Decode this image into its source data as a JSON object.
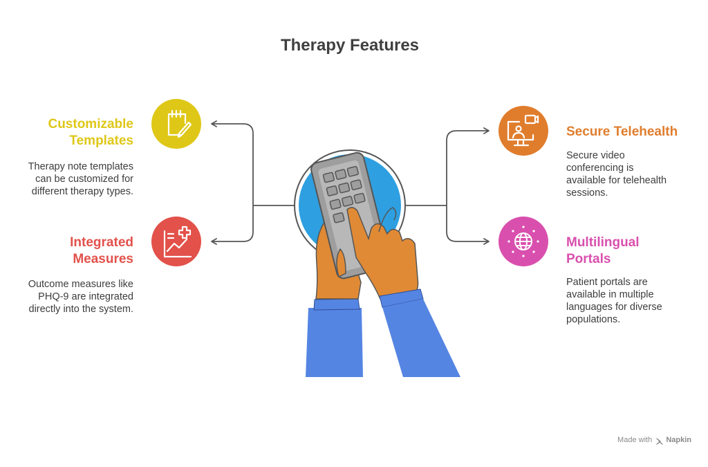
{
  "title": "Therapy Features",
  "colors": {
    "yellow": "#dfc717",
    "red": "#e2514a",
    "orange": "#e07d2d",
    "magenta": "#d94fae",
    "connector": "#555555",
    "screen_blue": "#2e9fe0",
    "sleeve_blue": "#5585e3",
    "hand": "#e08a35",
    "device_grey": "#9e9e9e"
  },
  "features": {
    "templates": {
      "title_line1": "Customizable",
      "title_line2": "Templates",
      "description": [
        "Therapy note templates",
        "can be customized for",
        "different therapy types."
      ],
      "icon": "notepad-pencil-icon"
    },
    "measures": {
      "title_line1": "Integrated",
      "title_line2": "Measures",
      "description": [
        "Outcome measures like",
        "PHQ-9 are integrated",
        "directly into the system."
      ],
      "icon": "chart-plus-icon"
    },
    "telehealth": {
      "title_line1": "Secure Telehealth",
      "description": [
        "Secure video",
        "conferencing is",
        "available for telehealth",
        "sessions."
      ],
      "icon": "video-call-monitor-icon"
    },
    "portals": {
      "title_line1": "Multilingual",
      "title_line2": "Portals",
      "description": [
        "Patient portals are",
        "available in multiple",
        "languages for diverse",
        "populations."
      ],
      "icon": "globe-icon"
    }
  },
  "center_illustration": "hand-pressing-keypad-icon",
  "footer": {
    "prefix": "Made with",
    "brand": "Napkin",
    "brand_icon": "napkin-logo-icon"
  }
}
